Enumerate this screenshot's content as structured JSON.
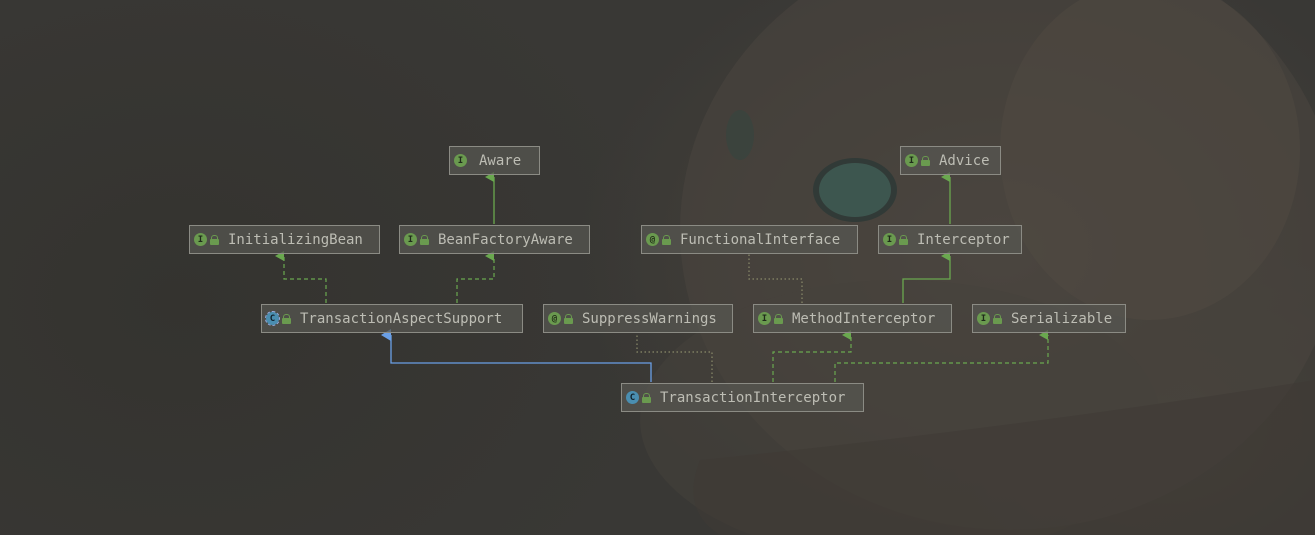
{
  "colors": {
    "background": "#393835",
    "node_border": "#8b8b84",
    "node_text": "#bdbdb4",
    "interface_badge": "#6a9a4f",
    "class_badge": "#4a8eb0",
    "extends_edge": "#5a8fd6",
    "implements_edge": "#6aa84f",
    "annotation_edge": "#8a8a6a"
  },
  "nodes": {
    "aware": {
      "label": "Aware",
      "kind": "interface",
      "badge": "I"
    },
    "advice": {
      "label": "Advice",
      "kind": "interface",
      "badge": "I"
    },
    "initializing_bean": {
      "label": "InitializingBean",
      "kind": "interface",
      "badge": "I"
    },
    "bean_factory_aware": {
      "label": "BeanFactoryAware",
      "kind": "interface",
      "badge": "I"
    },
    "functional_interface": {
      "label": "FunctionalInterface",
      "kind": "annotation",
      "badge": "@"
    },
    "interceptor": {
      "label": "Interceptor",
      "kind": "interface",
      "badge": "I"
    },
    "transaction_aspect_support": {
      "label": "TransactionAspectSupport",
      "kind": "abstract-class",
      "badge": "C"
    },
    "suppress_warnings": {
      "label": "SuppressWarnings",
      "kind": "annotation",
      "badge": "@"
    },
    "method_interceptor": {
      "label": "MethodInterceptor",
      "kind": "interface",
      "badge": "I"
    },
    "serializable": {
      "label": "Serializable",
      "kind": "interface",
      "badge": "I"
    },
    "transaction_interceptor": {
      "label": "TransactionInterceptor",
      "kind": "class",
      "badge": "C"
    }
  },
  "edges": [
    {
      "from": "bean_factory_aware",
      "to": "aware",
      "type": "extends-interface"
    },
    {
      "from": "interceptor",
      "to": "advice",
      "type": "extends-interface"
    },
    {
      "from": "transaction_aspect_support",
      "to": "initializing_bean",
      "type": "implements"
    },
    {
      "from": "transaction_aspect_support",
      "to": "bean_factory_aware",
      "type": "implements"
    },
    {
      "from": "method_interceptor",
      "to": "functional_interface",
      "type": "annotated-by"
    },
    {
      "from": "method_interceptor",
      "to": "interceptor",
      "type": "extends-interface"
    },
    {
      "from": "transaction_interceptor",
      "to": "transaction_aspect_support",
      "type": "extends"
    },
    {
      "from": "transaction_interceptor",
      "to": "suppress_warnings",
      "type": "annotated-by"
    },
    {
      "from": "transaction_interceptor",
      "to": "method_interceptor",
      "type": "implements"
    },
    {
      "from": "transaction_interceptor",
      "to": "serializable",
      "type": "implements"
    }
  ]
}
